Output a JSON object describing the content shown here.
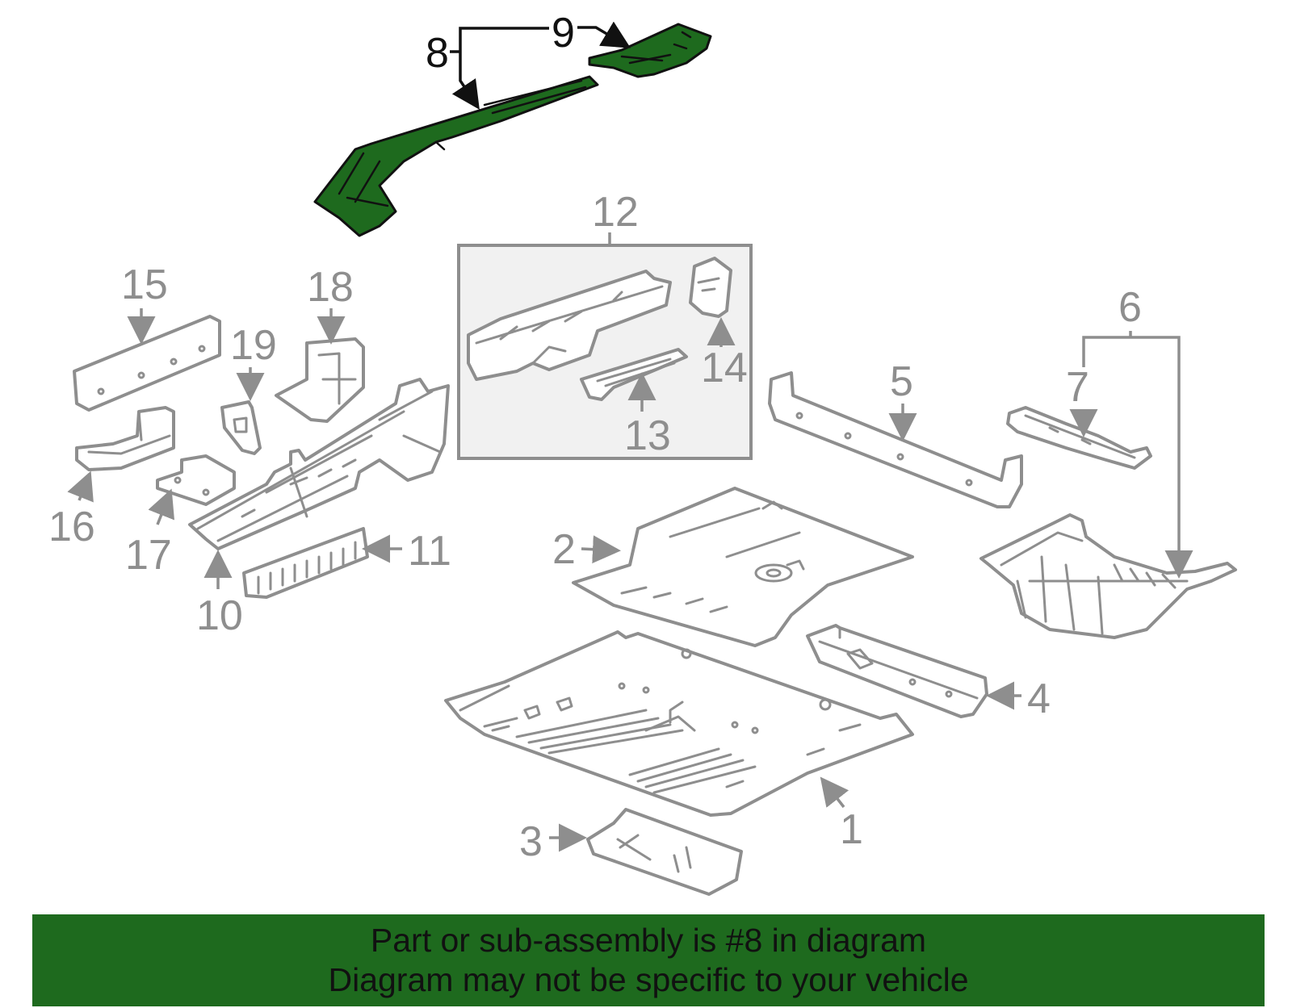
{
  "callouts": {
    "c1": "1",
    "c2": "2",
    "c3": "3",
    "c4": "4",
    "c5": "5",
    "c6": "6",
    "c7": "7",
    "c8": "8",
    "c9": "9",
    "c10": "10",
    "c11": "11",
    "c12": "12",
    "c13": "13",
    "c14": "14",
    "c15": "15",
    "c16": "16",
    "c17": "17",
    "c18": "18",
    "c19": "19"
  },
  "highlight_part": "8",
  "banner": {
    "line1": "Part or sub-assembly is #8 in diagram",
    "line2": "Diagram may not be specific to your vehicle"
  },
  "colors": {
    "highlight": "#1e6a1e",
    "line": "#8e8e8e",
    "banner_bg": "#1e6a1e",
    "text_dark": "#111111"
  }
}
